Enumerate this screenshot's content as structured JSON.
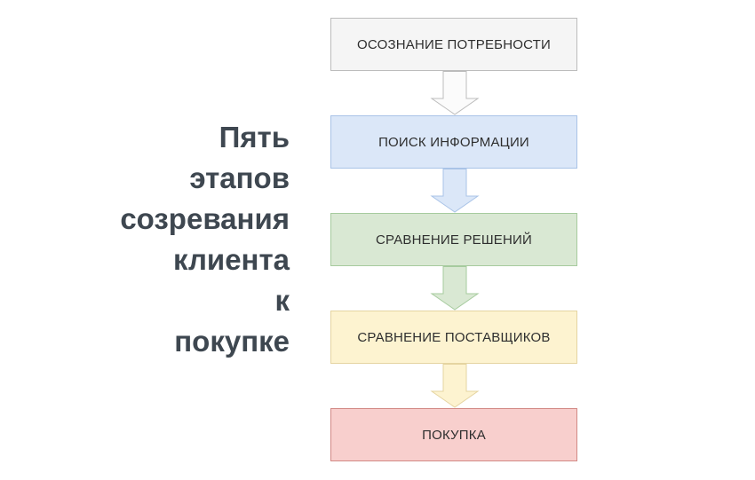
{
  "canvas": {
    "background": "#ffffff"
  },
  "title": {
    "text": "Пять этапов созревания клиента к покупке",
    "lines": [
      "Пять",
      "этапов",
      "созревания",
      "клиента",
      "к",
      "покупке"
    ],
    "color": "#3e4750"
  },
  "flow": {
    "stages": [
      {
        "label": "ОСОЗНАНИЕ ПОТРЕБНОСТИ",
        "fill": "#f5f5f5",
        "border": "#bcbcbc",
        "text_color": "#2e2e2e",
        "arrow": {
          "fill": "#fbfbfb",
          "border": "#bcbcbc"
        }
      },
      {
        "label": "ПОИСК ИНФОРМАЦИИ",
        "fill": "#dbe7f8",
        "border": "#a9c3e7",
        "text_color": "#2e2e2e",
        "arrow": {
          "fill": "#dbe7f8",
          "border": "#a9c3e7"
        }
      },
      {
        "label": "СРАВНЕНИЕ РЕШЕНИЙ",
        "fill": "#d9e8d3",
        "border": "#a6cb9e",
        "text_color": "#2e2e2e",
        "arrow": {
          "fill": "#d9e8d3",
          "border": "#a6cb9e"
        }
      },
      {
        "label": "СРАВНЕНИЕ ПОСТАВЩИКОВ",
        "fill": "#fdf3d0",
        "border": "#e5d4a1",
        "text_color": "#2e2e2e",
        "arrow": {
          "fill": "#fdf3d0",
          "border": "#e5d4a1"
        }
      },
      {
        "label": "ПОКУПКА",
        "fill": "#f8cfcd",
        "border": "#d28985",
        "text_color": "#2e2e2e",
        "arrow": null
      }
    ]
  }
}
